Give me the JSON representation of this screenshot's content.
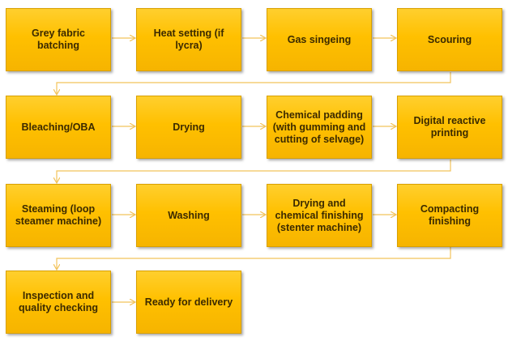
{
  "flowchart": {
    "steps": [
      {
        "label": "Grey fabric batching"
      },
      {
        "label": "Heat setting (if lycra)"
      },
      {
        "label": "Gas singeing"
      },
      {
        "label": "Scouring"
      },
      {
        "label": "Bleaching/OBA"
      },
      {
        "label": "Drying"
      },
      {
        "label": "Chemical padding (with gumming and cutting of selvage)"
      },
      {
        "label": "Digital reactive printing"
      },
      {
        "label": "Steaming (loop steamer machine)"
      },
      {
        "label": "Washing"
      },
      {
        "label": "Drying and chemical finishing (stenter machine)"
      },
      {
        "label": "Compacting finishing"
      },
      {
        "label": "Inspection and quality checking"
      },
      {
        "label": "Ready for delivery"
      }
    ],
    "colors": {
      "box_fill": "#ffc000",
      "box_border": "#d9a000",
      "box_text": "#3b2a00",
      "connector": "#f2c35a"
    }
  }
}
